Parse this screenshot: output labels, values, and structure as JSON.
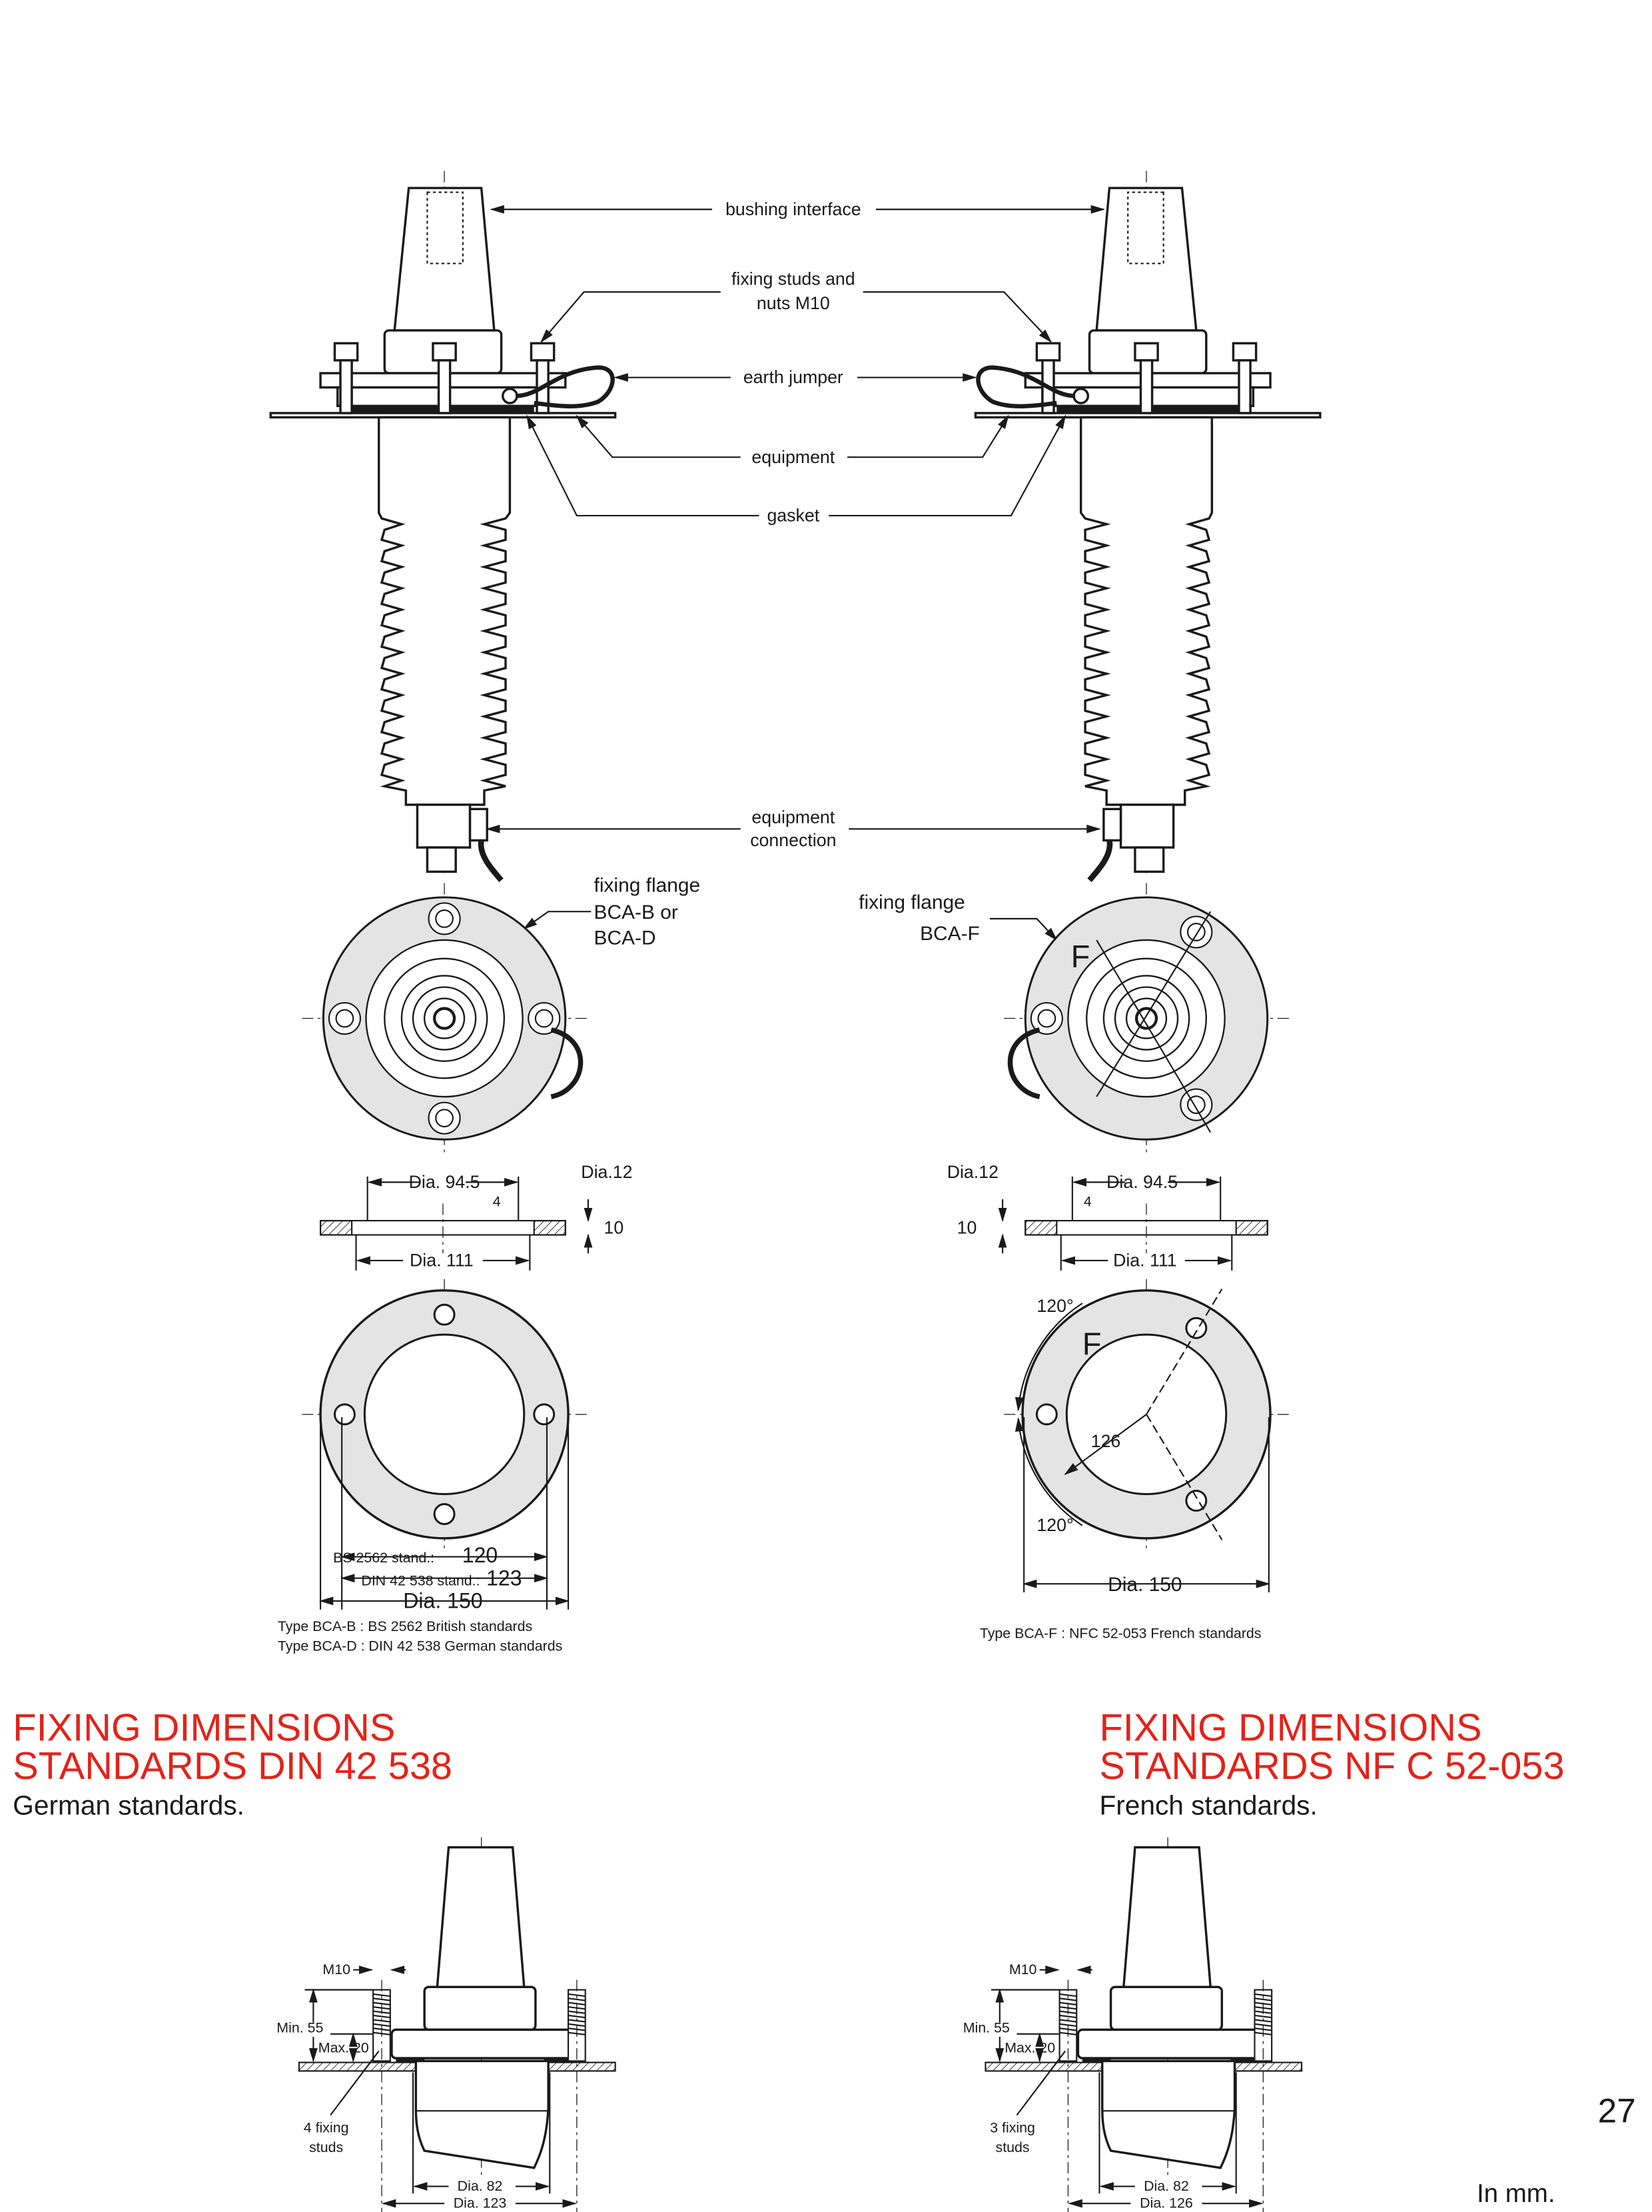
{
  "labels": {
    "bushing_interface": "bushing interface",
    "fixing_studs_1": "fixing studs and",
    "fixing_studs_2": "nuts M10",
    "earth_jumper": "earth jumper",
    "equipment": "equipment",
    "gasket": "gasket",
    "equipment_connection_1": "equipment",
    "equipment_connection_2": "connection"
  },
  "left_flange": {
    "title_1": "fixing flange",
    "title_2": "BCA-B or",
    "title_3": "BCA-D",
    "dia_945": "Dia. 94.5",
    "dia_12": "Dia.12",
    "dim_4": "4",
    "dim_10": "10",
    "dia_111": "Dia. 111",
    "bs_label": "BS 2562 stand.:",
    "bs_value": "120",
    "din_label": "DIN 42 538 stand.:",
    "din_value": "123",
    "dia_150": "Dia. 150",
    "type_b": "Type BCA-B : BS 2562 British standards",
    "type_d": "Type BCA-D : DIN 42 538 German standards"
  },
  "right_flange": {
    "title_1": "fixing flange",
    "title_2": "BCA-F",
    "mark": "F",
    "dia_12": "Dia.12",
    "dia_945": "Dia. 94.5",
    "dim_4": "4",
    "dim_10": "10",
    "dia_111": "Dia. 111",
    "angle_1": "120°",
    "angle_2": "120°",
    "dim_126": "126",
    "dia_150": "Dia. 150",
    "type_f": "Type BCA-F : NFC 52-053 French standards"
  },
  "sections": [
    {
      "heading_1": "FIXING DIMENSIONS",
      "heading_2": "STANDARDS DIN 42 538",
      "subtitle": "German standards.",
      "m10": "M10",
      "min55": "Min. 55",
      "max20": "Max. 20",
      "studs_1": "4 fixing",
      "studs_2": "studs",
      "dia_inner": "Dia. 82",
      "dia_outer": "Dia. 123"
    },
    {
      "heading_1": "FIXING DIMENSIONS",
      "heading_2": "STANDARDS NF C 52-053",
      "subtitle": "French standards.",
      "m10": "M10",
      "min55": "Min. 55",
      "max20": "Max. 20",
      "studs_1": "3 fixing",
      "studs_2": "studs",
      "dia_inner": "Dia. 82",
      "dia_outer": "Dia. 126"
    }
  ],
  "page_number": "27",
  "units_note": "In mm.",
  "colors": {
    "heading": "#e2231a",
    "ink": "#1a1a1a",
    "fill": "#e4e4e4"
  }
}
